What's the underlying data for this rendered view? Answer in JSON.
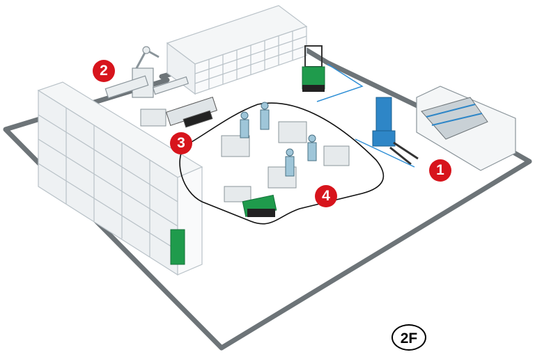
{
  "floor_label": "2F",
  "markers": {
    "inbound_truck": "1",
    "robot_palletizer": "2",
    "agv_conveyor": "3",
    "picking_area": "4"
  },
  "colors": {
    "wall": "#6d7478",
    "marker": "#d7141c",
    "rack": "#b9c2c8",
    "forklift_green": "#1f9b4c",
    "reach_truck_blue": "#2e86c7",
    "agv_path": "#111111",
    "guide_line": "#2f8fd6"
  }
}
